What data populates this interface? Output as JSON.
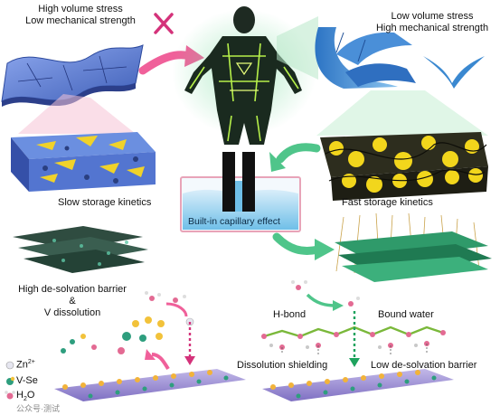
{
  "labels": {
    "top_left_line1": "High volume stress",
    "top_left_line2": "Low mechanical strength",
    "top_right_line1": "Low volume stress",
    "top_right_line2": "High mechanical strength",
    "slow_kinetics": "Slow storage kinetics",
    "fast_kinetics": "Fast storage kinetics",
    "capillary": "Built-in capillary effect",
    "barrier_line1": "High de-solvation barrier",
    "barrier_line2": "&",
    "barrier_line3": "V dissolution",
    "h_bond": "H-bond",
    "bound_water": "Bound water",
    "dissolution_shielding": "Dissolution shielding",
    "low_desolvation": "Low de-solvation barrier"
  },
  "legend": {
    "zn": "Zn",
    "zn_sup": "2+",
    "vse": "V-Se",
    "h2o_h": "H",
    "h2o_sub": "2",
    "h2o_o": "O"
  },
  "watermark": "公众号·测试",
  "colors": {
    "pink_arrow": "#f0609a",
    "green_arrow": "#4fc58a",
    "blue_sheet": "#5b7fd6",
    "yellow_fiber": "#f2d61c",
    "tank_water": "#8fd0ef",
    "tank_border": "#e8a4b8"
  }
}
